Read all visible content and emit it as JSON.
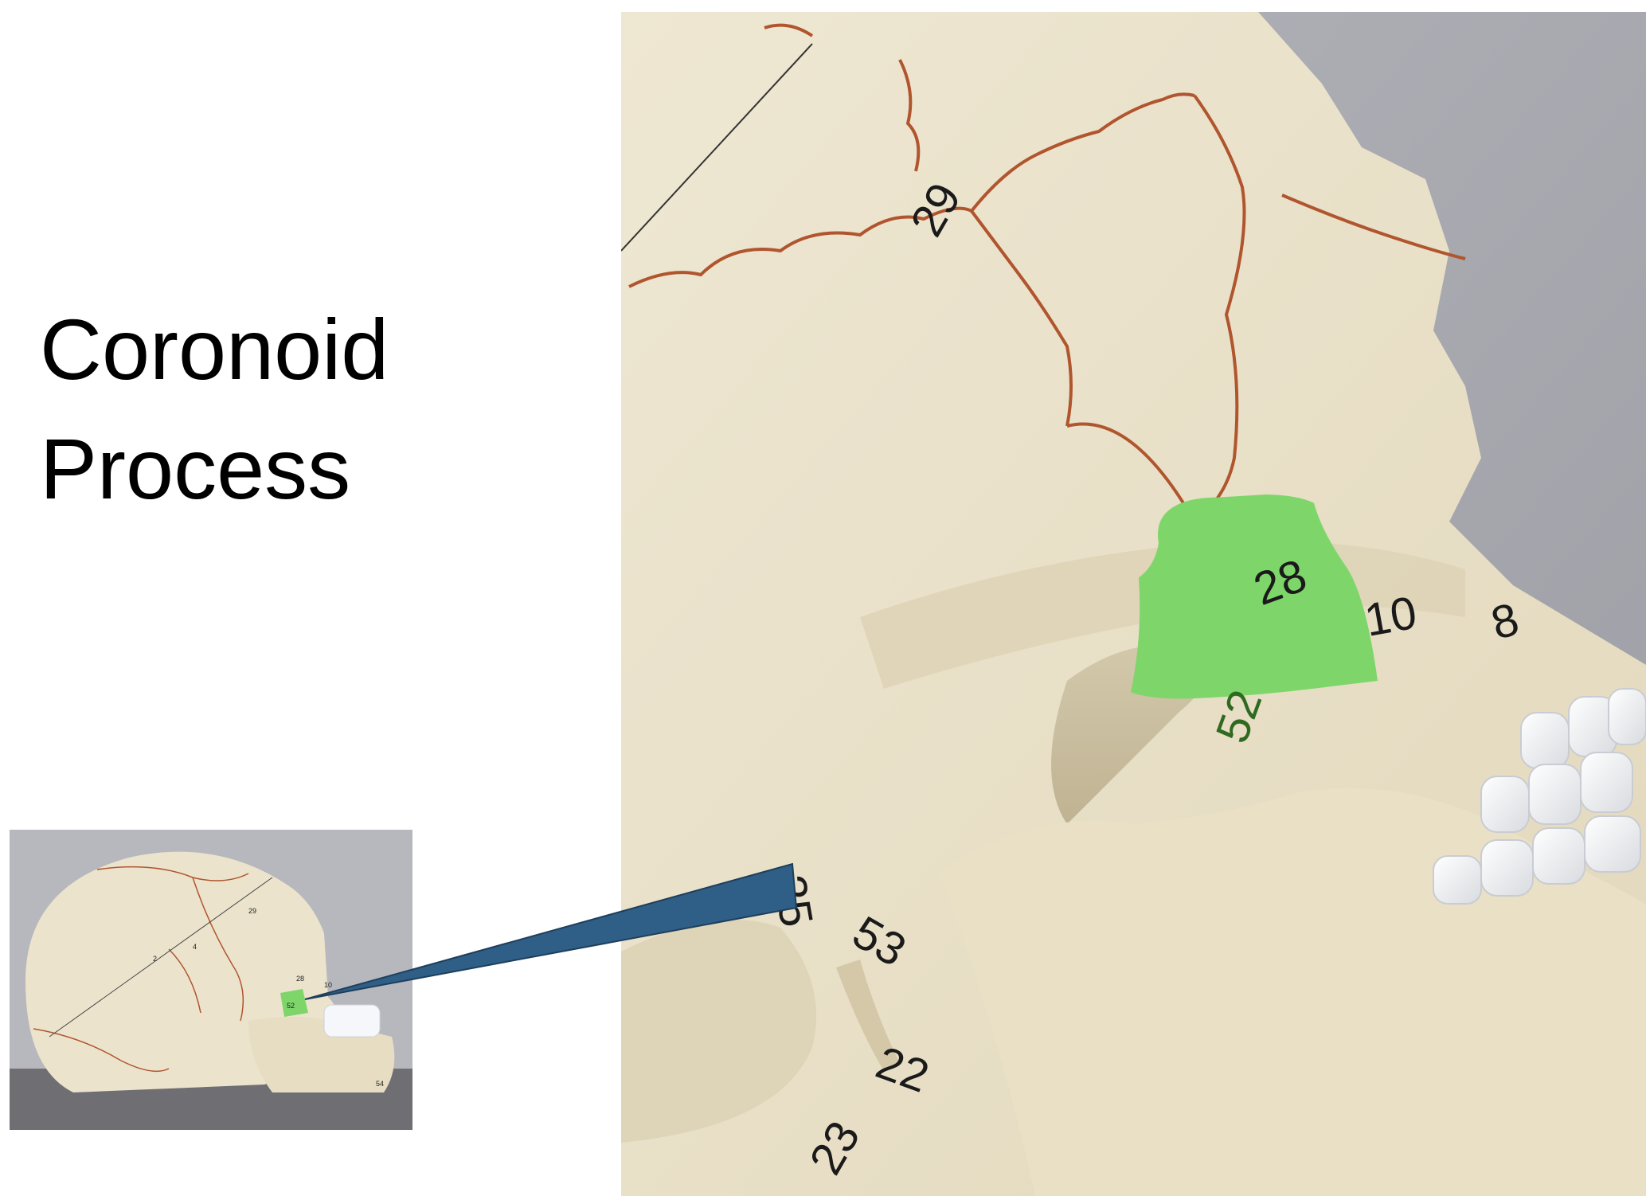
{
  "title": {
    "line1": "Coronoid",
    "line2": "Process"
  },
  "photo": {
    "labels": {
      "l29": "29",
      "l28": "28",
      "l10": "10",
      "l8": "8",
      "l52": "52",
      "l25": "25",
      "l53": "53",
      "l22": "22",
      "l23": "23"
    }
  },
  "thumbnail": {
    "labels": {
      "t2": "2",
      "t4": "4",
      "t29": "29",
      "t28": "28",
      "t10": "10",
      "t52": "52",
      "t54": "54"
    }
  },
  "colors": {
    "highlight": "#7ed66a",
    "pointer": "#2f5f86",
    "bone": "#ebe3cc",
    "suture": "#b0552e",
    "wall": "#a9aab0"
  }
}
